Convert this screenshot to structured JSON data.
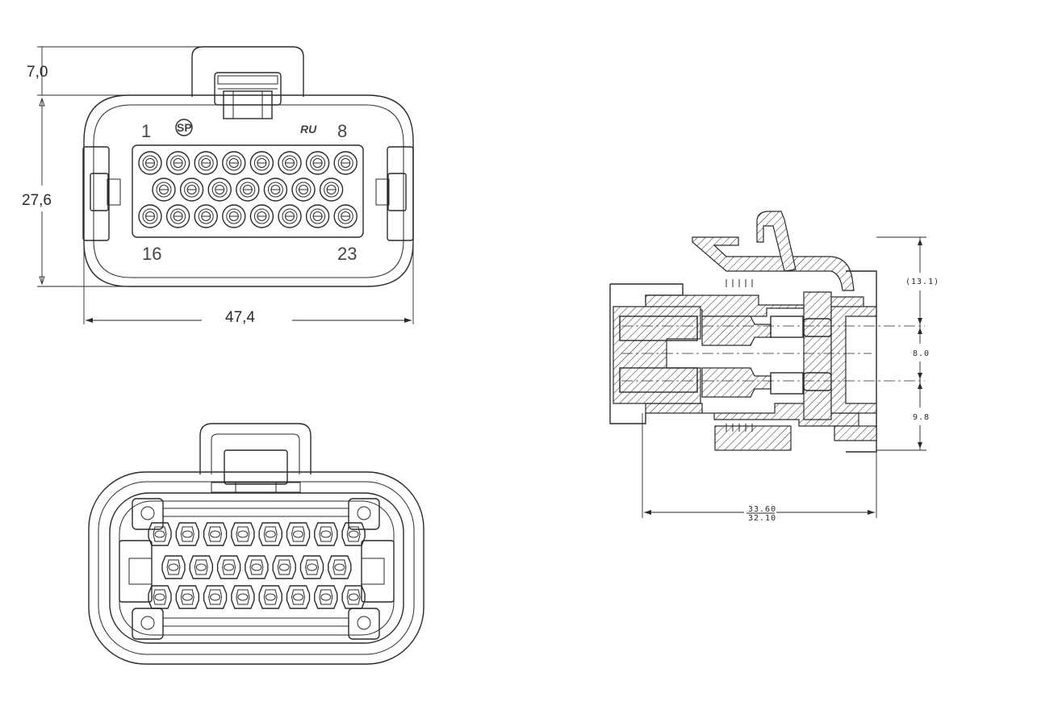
{
  "front_view": {
    "pin_labels": {
      "top_left": "1",
      "top_right": "8",
      "bottom_left": "16",
      "bottom_right": "23"
    },
    "cert_marks": {
      "csa": "SP",
      "ul": "RU"
    },
    "dimensions": {
      "latch_height": "7,0",
      "body_height": "27,6",
      "width": "47,4"
    },
    "cavity_rows": [
      8,
      7,
      8
    ]
  },
  "rear_view": {
    "cavity_rows": [
      8,
      7,
      8
    ]
  },
  "section_view": {
    "dimensions": {
      "overall_height": "(13.1)",
      "pitch": "8.0",
      "bottom": "9.8",
      "length_max": "33.60",
      "length_min": "32.10"
    }
  }
}
